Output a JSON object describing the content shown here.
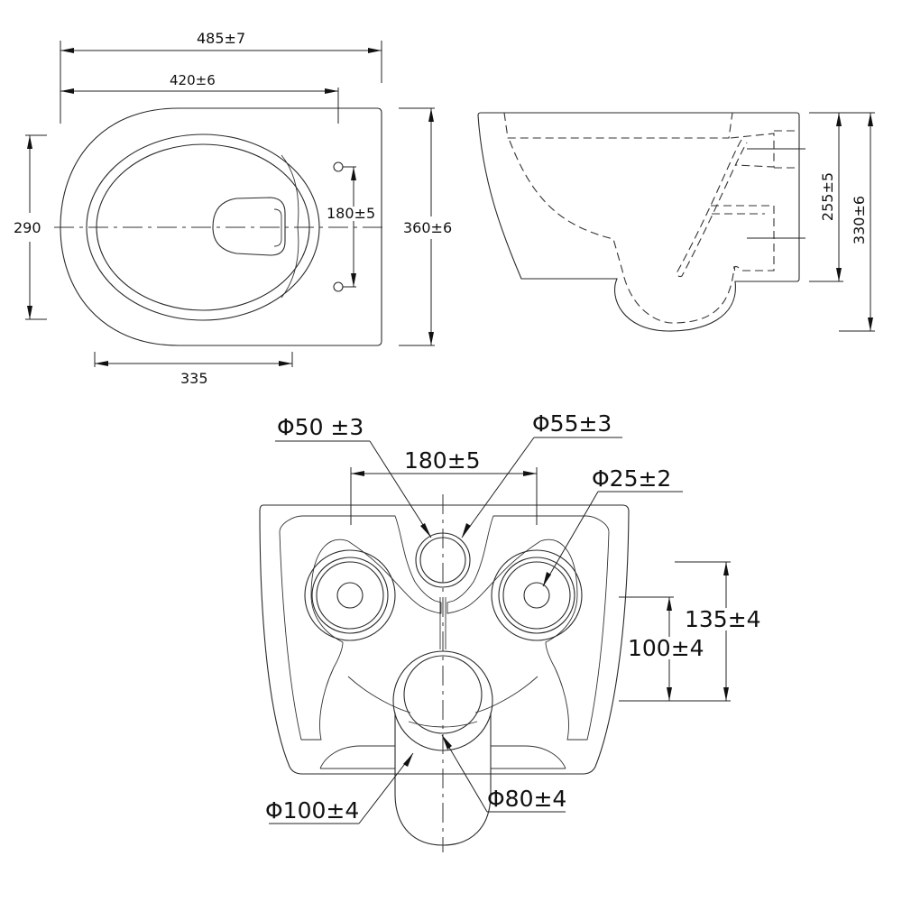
{
  "top_view": {
    "overall_length": "485±7",
    "fixing_to_front": "420±6",
    "seat_width": "290",
    "fixing_spacing": "180±5",
    "overall_width": "360±6",
    "bowl_length": "335"
  },
  "side_view": {
    "inlet_height": "255±5",
    "overall_height": "330±6"
  },
  "rear_view": {
    "fixing_hole_left": "Φ50 ±3",
    "fixing_hole_right": "Φ55±3",
    "fixing_spacing": "180±5",
    "small_hole": "Φ25±2",
    "height_135": "135±4",
    "height_100": "100±4",
    "outlet_outer": "Φ100±4",
    "outlet_inner": "Φ80±4"
  }
}
